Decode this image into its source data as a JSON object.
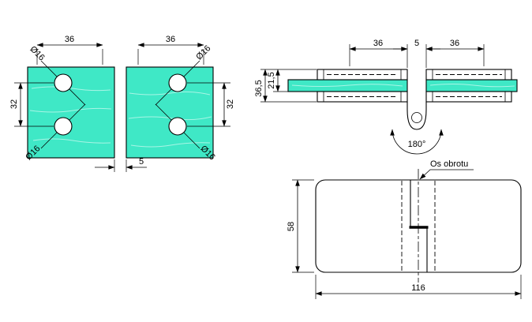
{
  "colors": {
    "glass": "#3fe8c6"
  },
  "front_view": {
    "dim_width_left": "36",
    "dim_width_right": "36",
    "dim_height_left": "32",
    "dim_height_right": "32",
    "dim_gap": "5",
    "hole_top_left": "Ø16",
    "hole_bottom_left": "Ø16",
    "hole_top_right": "Ø16",
    "hole_bottom_right": "Ø16"
  },
  "edge_view": {
    "dim_plate_left": "36",
    "dim_gap": "5",
    "dim_plate_right": "36",
    "dim_inner_height": "21,5",
    "dim_outer_height": "36,5",
    "dim_angle": "180°"
  },
  "hinge_view": {
    "axis_label": "Os obrotu",
    "dim_height": "58",
    "dim_width": "116"
  }
}
